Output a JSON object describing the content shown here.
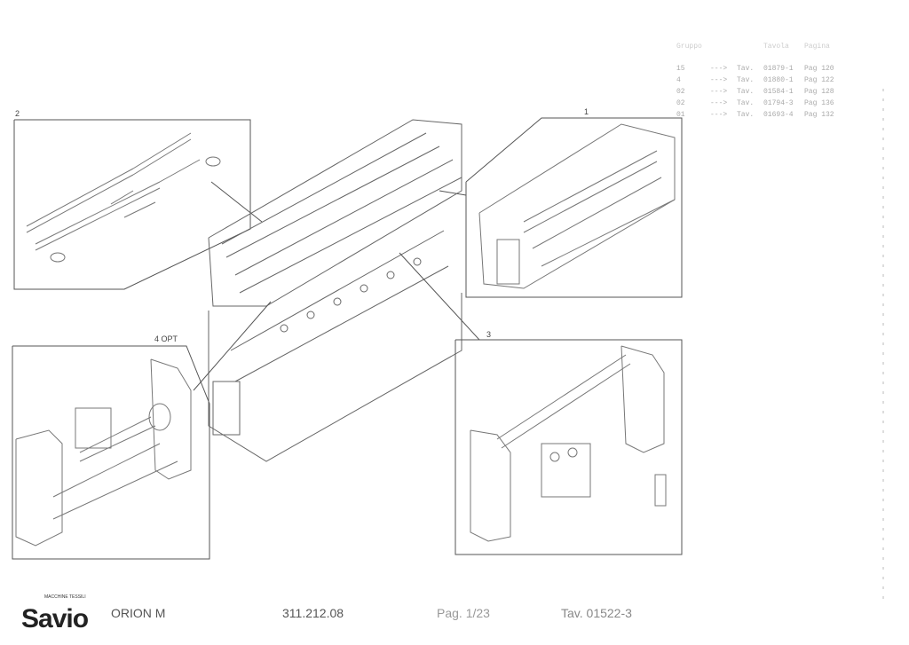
{
  "reference_table": {
    "headers": [
      "Gruppo",
      "",
      "",
      "Tavola",
      "Pagina"
    ],
    "rows": [
      {
        "group": "15",
        "arrow": "--->",
        "tav": "Tav.",
        "code": "01879-1",
        "page": "Pag 120"
      },
      {
        "group": "4",
        "arrow": "--->",
        "tav": "Tav.",
        "code": "01880-1",
        "page": "Pag 122"
      },
      {
        "group": "02",
        "arrow": "--->",
        "tav": "Tav.",
        "code": "01584-1",
        "page": "Pag 128"
      },
      {
        "group": "02",
        "arrow": "--->",
        "tav": "Tav.",
        "code": "01794-3",
        "page": "Pag 136"
      },
      {
        "group": "01",
        "arrow": "--->",
        "tav": "Tav.",
        "code": "01693-4",
        "page": "Pag 132"
      }
    ]
  },
  "callouts": {
    "c1": "1",
    "c2": "2",
    "c3": "3",
    "c4": "4 OPT"
  },
  "footer": {
    "logo": "Savio",
    "logo_tagline": "MACCHINE TESSILI",
    "machine": "ORION M",
    "code": "311.212.08",
    "page": "Pag. 1/23",
    "table": "Tav. 01522-3"
  }
}
